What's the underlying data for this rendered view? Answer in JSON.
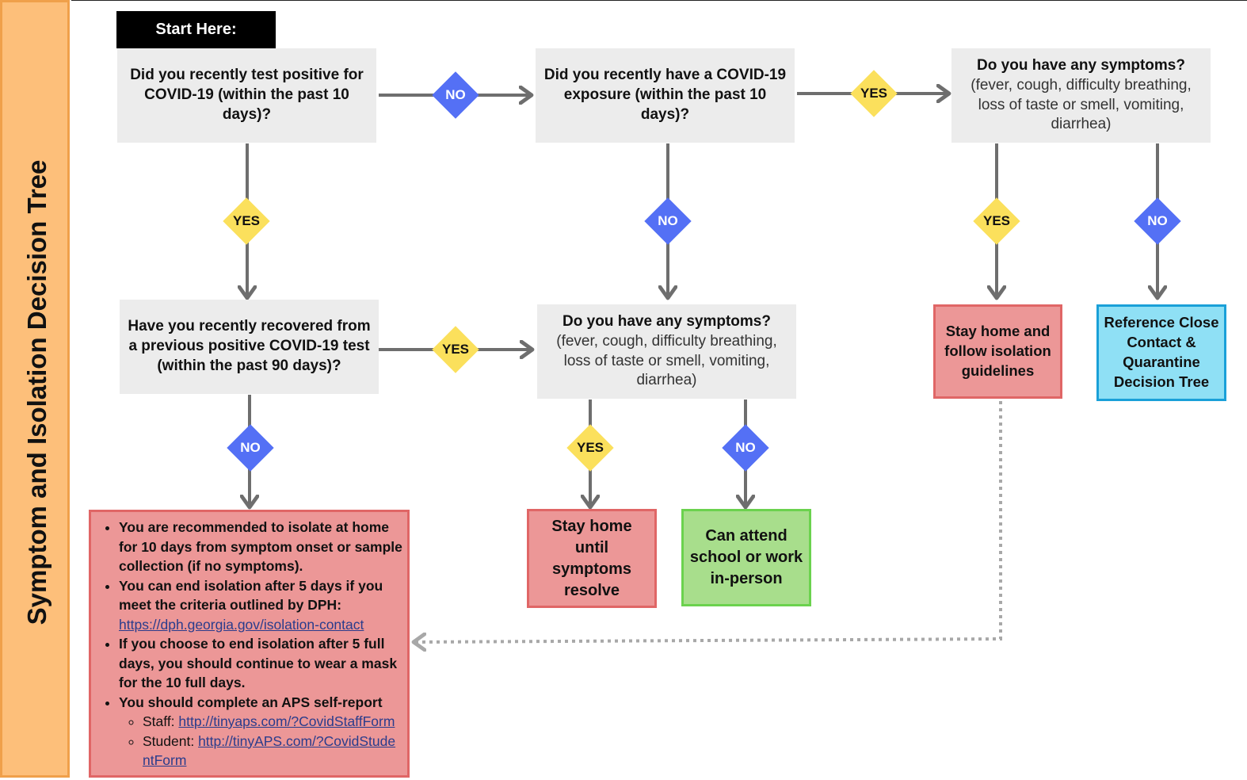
{
  "sidebar": {
    "title": "Symptom and Isolation Decision Tree"
  },
  "start_label": "Start Here:",
  "questions": {
    "q1": "Did you recently test positive for COVID-19 (within the past 10 days)?",
    "q2": "Did you recently have a COVID-19 exposure (within the past 10 days)?",
    "q3": {
      "title": "Do you have any symptoms?",
      "detail": "(fever, cough, difficulty breathing, loss of taste or smell, vomiting, diarrhea)"
    },
    "q4": "Have you recently recovered from a previous positive COVID-19 test (within the past 90 days)?",
    "q5": {
      "title": "Do you have any symptoms?",
      "detail": "(fever, cough, difficulty breathing, loss of taste or smell, vomiting, diarrhea)"
    }
  },
  "answers": {
    "yes": "YES",
    "no": "NO"
  },
  "outcomes": {
    "isolate_home": "Stay home and follow isolation guidelines",
    "reference_tree": "Reference Close Contact & Quarantine Decision Tree",
    "stay_home_symptoms": "Stay home until symptoms resolve",
    "attend_in_person": "Can attend school or work in-person"
  },
  "isolation_box": {
    "item1": "You are recommended to isolate at home for 10 days from symptom onset or sample collection (if no symptoms).",
    "item2": "You can end isolation after 5 days if you meet the criteria outlined by DPH:",
    "item2_link": "https://dph.georgia.gov/isolation-contact",
    "item3": "If you choose to end isolation after 5 full days, you should continue to wear a mask for the 10 full days.",
    "item4": "You should complete an APS self-report",
    "staff_label": "Staff:",
    "staff_link": "http://tinyaps.com/?CovidStaffForm",
    "student_label": "Student:",
    "student_link": "http://tinyAPS.com/?CovidStudentForm"
  },
  "colors": {
    "yes": "#fbe05c",
    "no": "#5470f5",
    "question_bg": "#ececec",
    "red_outcome": "#ec9797",
    "green_outcome": "#a8de8c",
    "blue_outcome": "#8fe0f5",
    "sidebar": "#fdbf7a",
    "arrow": "#6e6e6e"
  }
}
